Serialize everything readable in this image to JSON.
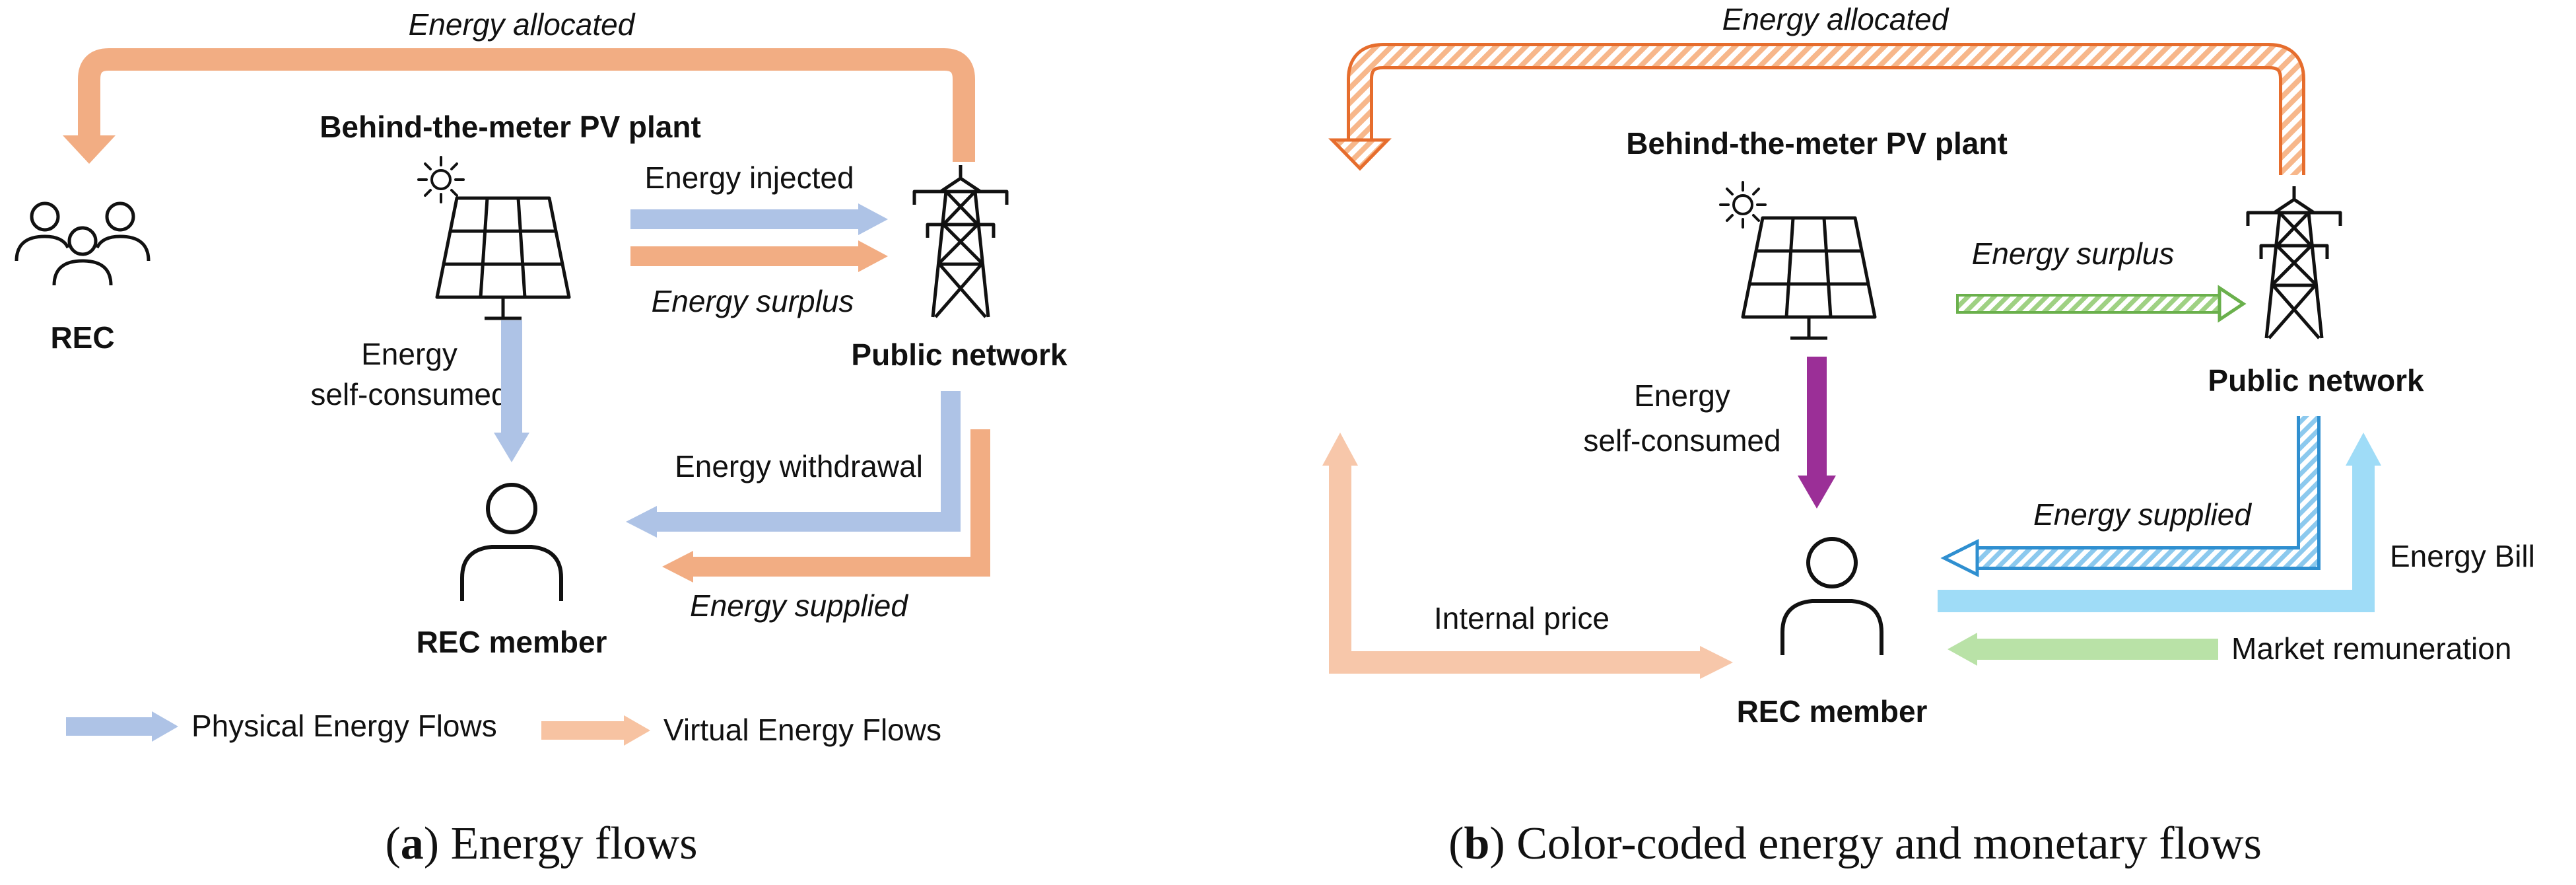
{
  "colors": {
    "physical_blue": "#aec3e6",
    "virtual_orange": "#f2ad83",
    "b_orange_outline": "#e66d2d",
    "b_orange_hatch": "#f7b78b",
    "b_green": "#6ab04c",
    "b_purple": "#9b2f97",
    "b_light_peach": "#f7c7aa",
    "b_blue_outline": "#2f8fd0",
    "b_light_blue": "#9fdcf7",
    "b_light_green": "#b9e2a7"
  },
  "icons": [
    "people-group-icon",
    "sun-icon",
    "solar-panel-icon",
    "transmission-tower-icon",
    "person-icon"
  ],
  "panel_a": {
    "energy_allocated": "Energy allocated",
    "pv_plant": "Behind-the-meter PV plant",
    "rec": "REC",
    "energy_injected": "Energy injected",
    "energy_surplus": "Energy surplus",
    "public_network": "Public network",
    "energy_self_1": "Energy",
    "energy_self_2": "self-consumed",
    "energy_withdrawal": "Energy withdrawal",
    "energy_supplied": "Energy supplied",
    "rec_member": "REC member",
    "legend_physical": "Physical Energy Flows",
    "legend_virtual": "Virtual Energy Flows",
    "caption_letter": "a",
    "caption_text": " Energy flows"
  },
  "panel_b": {
    "energy_allocated": "Energy allocated",
    "pv_plant": "Behind-the-meter PV plant",
    "energy_surplus": "Energy surplus",
    "public_network": "Public network",
    "energy_self_1": "Energy",
    "energy_self_2": "self-consumed",
    "energy_supplied": "Energy supplied",
    "energy_bill": "Energy Bill",
    "internal_price": "Internal price",
    "market_remuneration": "Market remuneration",
    "rec_member": "REC member",
    "caption_letter": "b",
    "caption_text": " Color-coded energy and monetary flows"
  }
}
